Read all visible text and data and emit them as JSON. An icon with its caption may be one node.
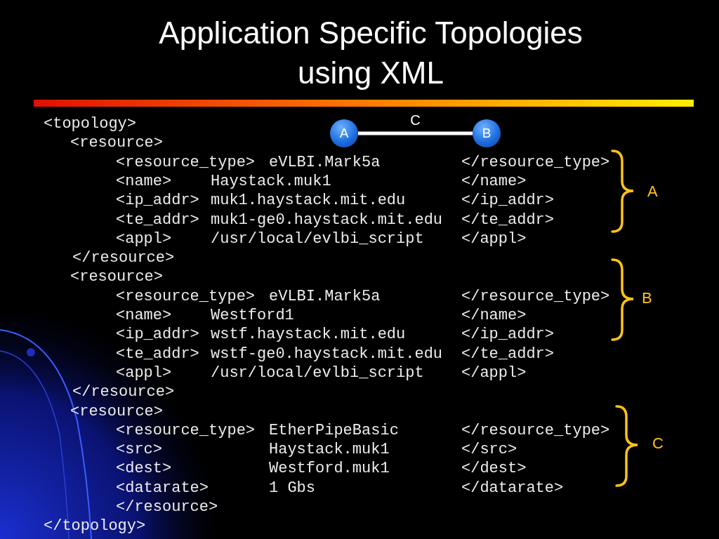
{
  "diagram": {
    "title": "Application Specific Topologies using XML",
    "nodes": [
      {
        "text": [
          "A"
        ]
      },
      {
        "text": [
          "B"
        ]
      }
    ],
    "edges": [
      {
        "from": 0,
        "to": 1,
        "arrow": "none",
        "label": "C"
      }
    ],
    "labels": [
      "<topology>",
      "<resource>",
      "<resource_type>",
      "eVLBI.Mark5a",
      "</resource_type>",
      "<name>",
      "Haystack.muk1",
      "</name>",
      "<ip_addr>",
      "muk1.haystack.mit.edu",
      "</ip_addr>",
      "<te_addr>",
      "muk1-ge0.haystack.mit.edu",
      "</te_addr>",
      "<appl>",
      "/usr/local/evlbi_script",
      "</appl>",
      "</resource>",
      "<resource>",
      "<resource_type>",
      "eVLBI.Mark5a",
      "</resource_type>",
      "<name>",
      "Westford1",
      "</name>",
      "<ip_addr>",
      "wstf.haystack.mit.edu",
      "</ip_addr>",
      "<te_addr>",
      "wstf-ge0.haystack.mit.edu",
      "</te_addr>",
      "<appl>",
      "/usr/local/evlbi_script",
      "</appl>",
      "</resource>",
      "<resource>",
      "<resource_type>",
      "EtherPipeBasic",
      "</resource_type>",
      "<src>",
      "Haystack.muk1",
      "</src>",
      "<dest>",
      "Westford.muk1",
      "</dest>",
      "<datarate>",
      "1 Gbs",
      "</datarate>",
      "</resource>",
      "</topology>",
      "A",
      "B",
      "C"
    ]
  }
}
